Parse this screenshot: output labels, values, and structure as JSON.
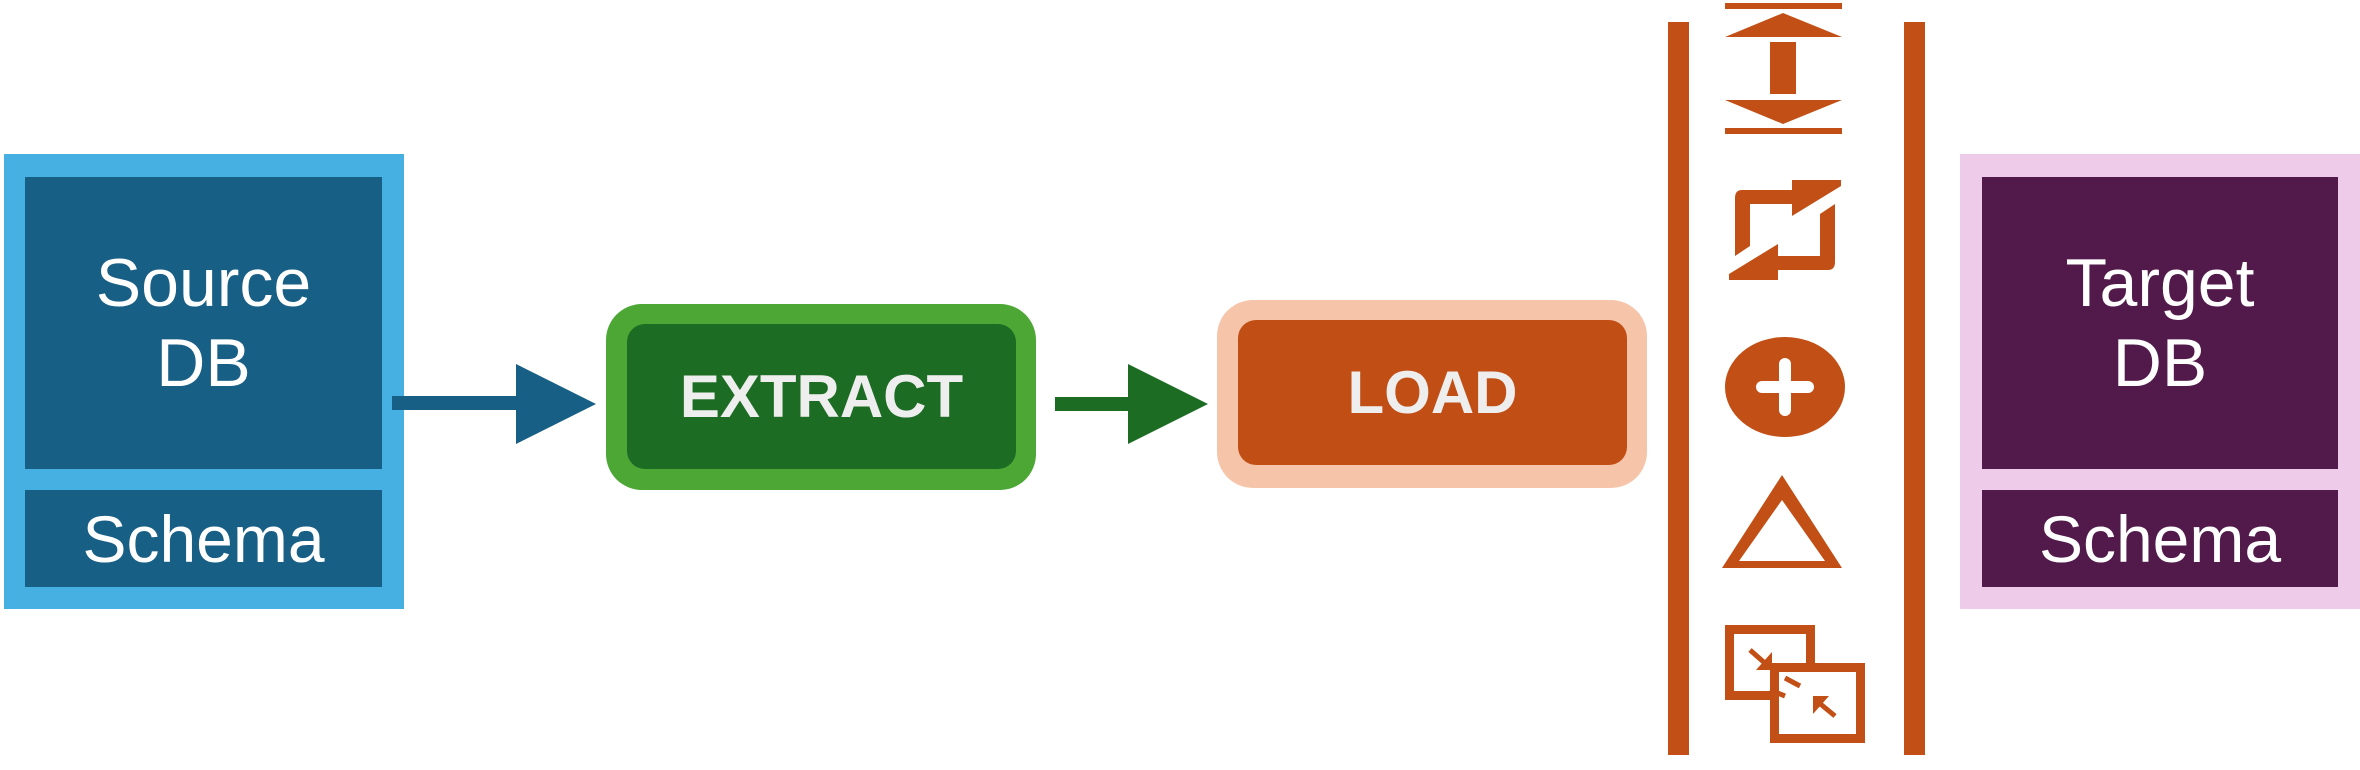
{
  "source": {
    "title_line1": "Source",
    "title_line2": "DB",
    "schema": "Schema"
  },
  "extract": {
    "label": "EXTRACT"
  },
  "load": {
    "label": "LOAD"
  },
  "target": {
    "title_line1": "Target",
    "title_line2": "DB",
    "schema": "Schema"
  },
  "icons": [
    "compress-vertical-icon",
    "sync-arrows-icon",
    "add-circle-icon",
    "delta-triangle-icon",
    "merge-compare-icon"
  ],
  "colors": {
    "source_frame": "#47b0e2",
    "source_fill": "#185f86",
    "extract_frame": "#4ca735",
    "extract_fill": "#1c6c24",
    "load_frame": "#f6c5a9",
    "load_fill": "#c14f15",
    "target_frame": "#efcbea",
    "target_fill": "#511a4a",
    "icon_color": "#c24f15"
  }
}
